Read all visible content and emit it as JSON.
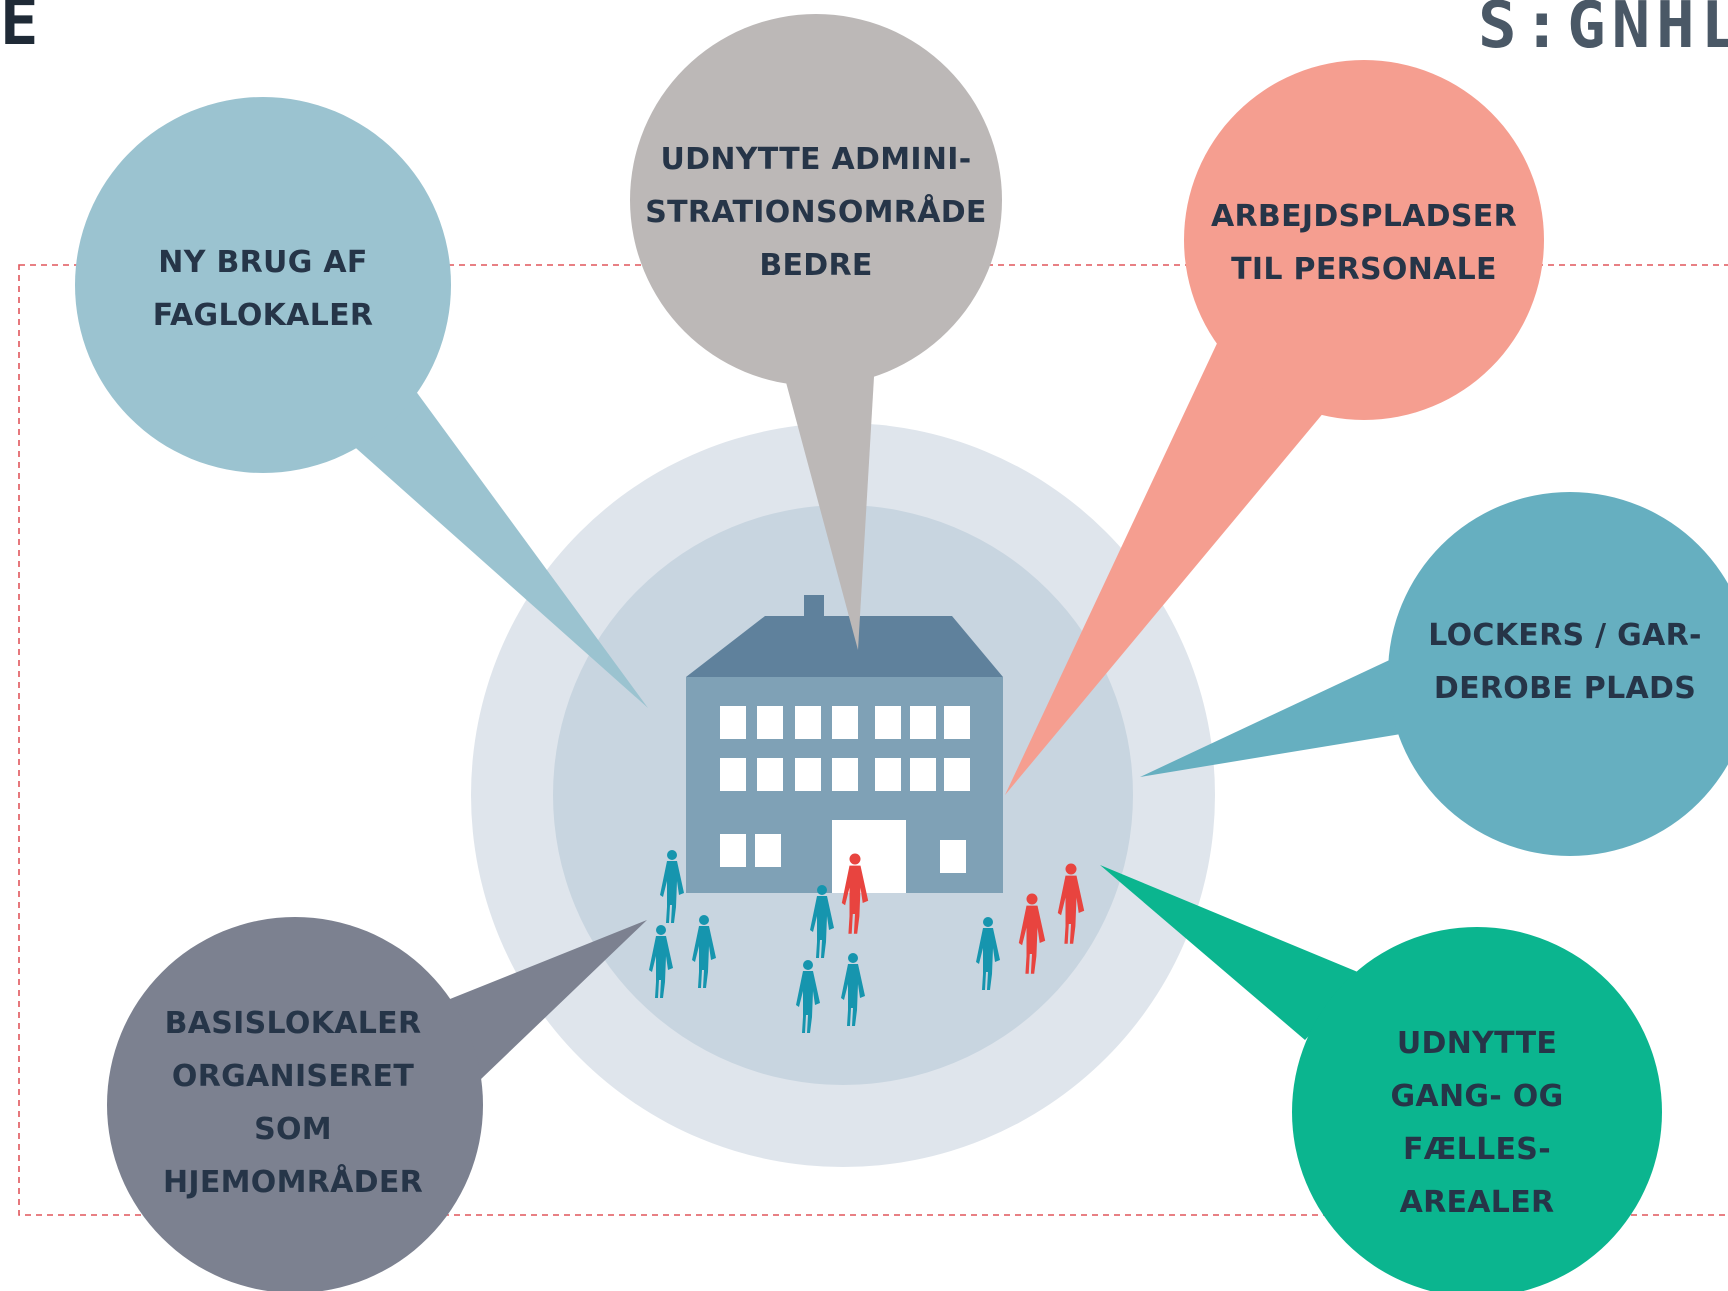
{
  "colors": {
    "outer_ring": "#dfe5ec",
    "inner_ring": "#c8d5e0",
    "building_body": "#7fa1b6",
    "building_roof": "#5f819c",
    "frame_dash": "#e0565b",
    "bubble_light_blue": "#9bc3d0",
    "bubble_grey": "#bcb8b7",
    "bubble_salmon": "#f59e90",
    "bubble_teal": "#66afc0",
    "bubble_slate": "#7c8190",
    "bubble_green": "#0bb58f",
    "person_blue": "#1695ae",
    "person_red": "#e8443f"
  },
  "corner_mark": "E",
  "logo": "S:GNHL",
  "bubbles": {
    "top_left": {
      "lines": [
        "NY BRUG AF",
        "FAGLOKALER"
      ]
    },
    "top_center": {
      "lines": [
        "UDNYTTE ADMINI-",
        "STRATIONSOMRÅDE",
        "BEDRE"
      ]
    },
    "top_right": {
      "lines": [
        "ARBEJDSPLADSER",
        "TIL PERSONALE"
      ]
    },
    "right": {
      "lines": [
        "LOCKERS /  GAR-",
        "DEROBE PLADS"
      ]
    },
    "bottom_left": {
      "lines": [
        "BASISLOKALER",
        "ORGANISERET",
        "SOM",
        "HJEMOMRÅDER"
      ]
    },
    "bottom_right": {
      "lines": [
        "UDNYTTE",
        "GANG- OG",
        "FÆLLES-",
        "AREALER"
      ]
    }
  }
}
